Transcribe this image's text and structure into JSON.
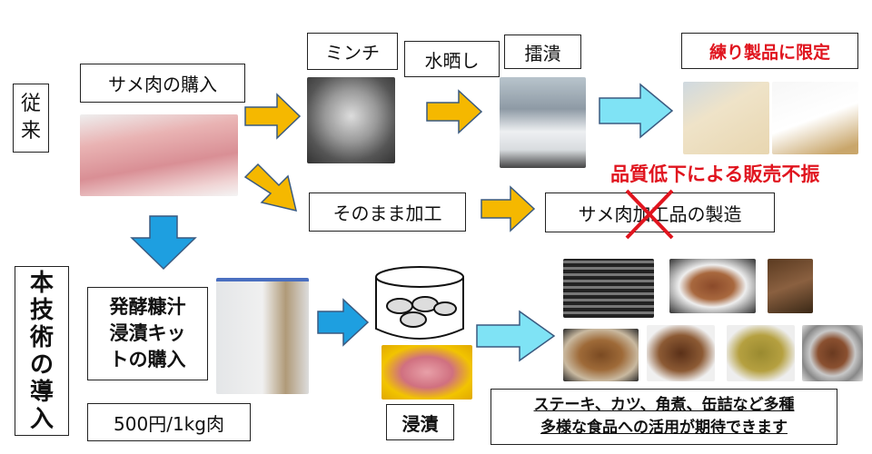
{
  "conventional": {
    "label_chars": [
      "従",
      "来"
    ],
    "buy_shark": "サメ肉の購入",
    "mince": "ミンチ",
    "rinse": "水晒し",
    "grind": "擂潰",
    "limited": "練り製品に限定",
    "as_is": "そのまま加工",
    "product": "サメ肉加工品の製造",
    "poor_sales": "品質低下による販売不振"
  },
  "new_tech": {
    "label_chars": [
      "本",
      "技",
      "術",
      "の",
      "導",
      "入"
    ],
    "kit_lines": [
      "発酵糠汁",
      "浸漬キッ",
      "トの購入"
    ],
    "price": "500円/1kg肉",
    "soak": "浸漬",
    "result_lines": [
      "ステーキ、カツ、角煮、缶詰など多種",
      "多様な食品への活用が期待できます"
    ]
  },
  "colors": {
    "orange_arrow": "#f5b800",
    "blue_arrow": "#1e9fe0",
    "cyan_arrow": "#7fe3f5",
    "red": "#e0141e"
  }
}
